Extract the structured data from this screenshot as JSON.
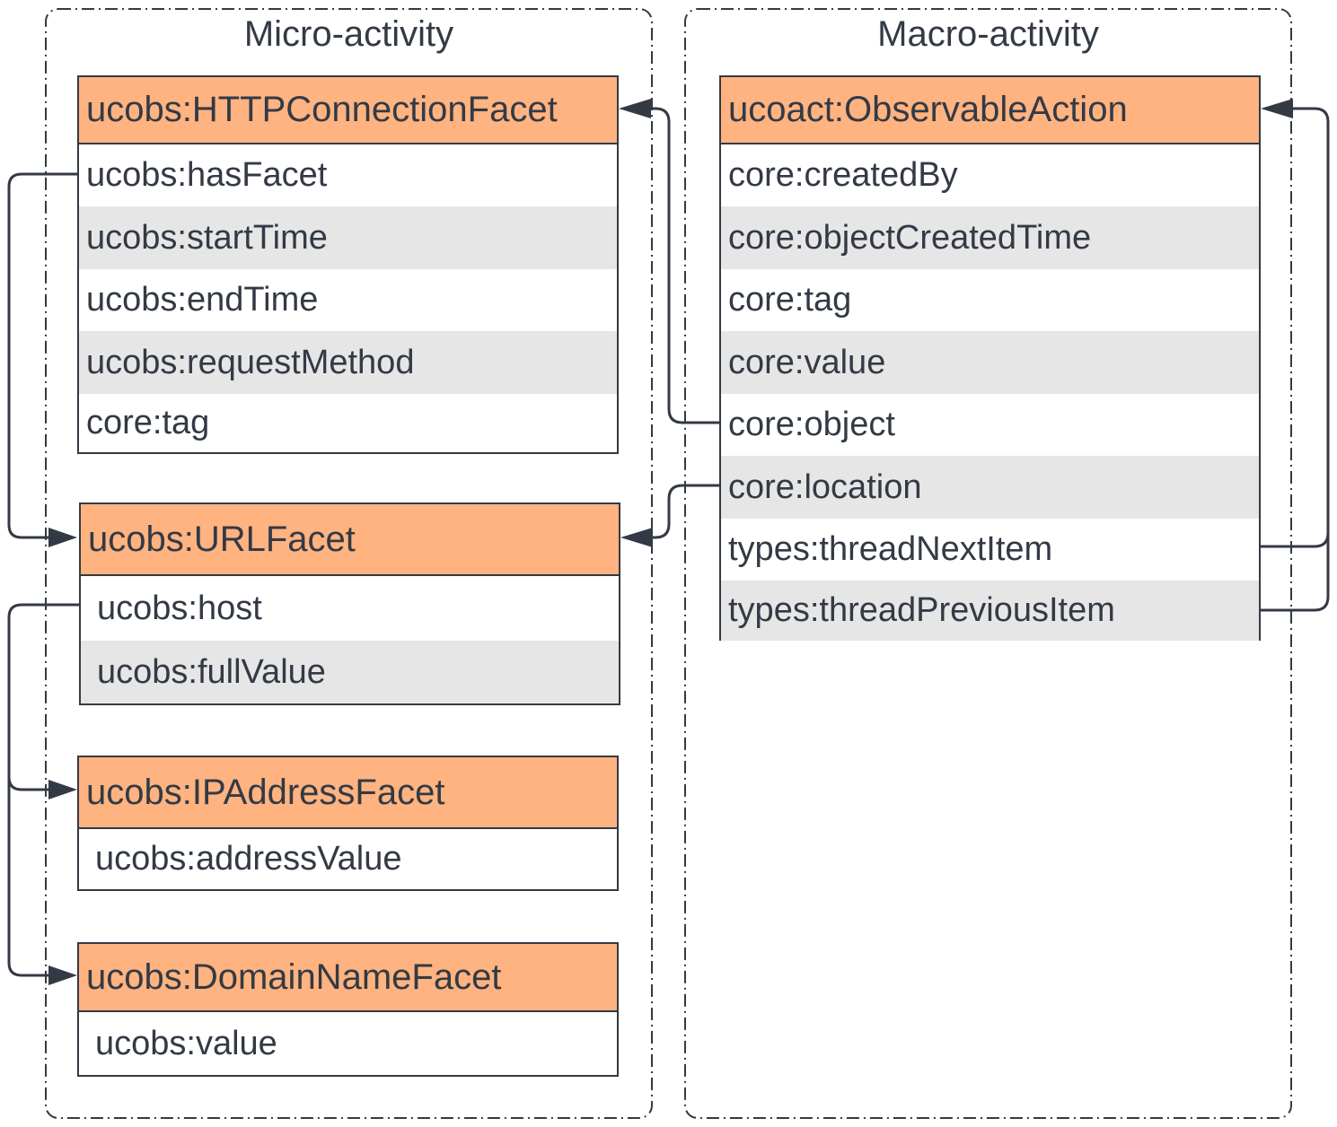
{
  "groups": {
    "micro": {
      "title": "Micro-activity"
    },
    "macro": {
      "title": "Macro-activity"
    }
  },
  "entities": {
    "http": {
      "title": "ucobs:HTTPConnectionFacet",
      "props": [
        "ucobs:hasFacet",
        "ucobs:startTime",
        "ucobs:endTime",
        "ucobs:requestMethod",
        "core:tag"
      ]
    },
    "url": {
      "title": "ucobs:URLFacet",
      "props": [
        "ucobs:host",
        "ucobs:fullValue"
      ]
    },
    "ip": {
      "title": "ucobs:IPAddressFacet",
      "props": [
        "ucobs:addressValue"
      ]
    },
    "domain": {
      "title": "ucobs:DomainNameFacet",
      "props": [
        "ucobs:value"
      ]
    },
    "action": {
      "title": "ucoact:ObservableAction",
      "props": [
        "core:createdBy",
        "core:objectCreatedTime",
        "core:tag",
        "core:value",
        "core:object",
        "core:location",
        "types:threadNextItem",
        "types:threadPreviousItem"
      ]
    }
  },
  "colors": {
    "header_fill": "#ffb380",
    "row_shade": "#e6e6e6",
    "stroke": "#333a45"
  }
}
